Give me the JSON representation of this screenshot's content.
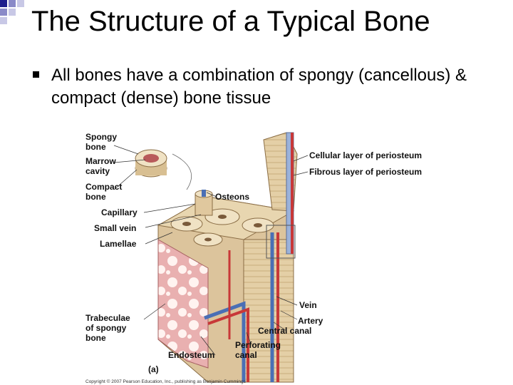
{
  "slide": {
    "title": "The Structure of a Typical Bone",
    "bullet_text": "All bones have a combination of spongy (cancellous) & compact (dense) bone tissue"
  },
  "figure": {
    "labels": {
      "spongy_1": "Spongy",
      "spongy_2": "bone",
      "marrow_1": "Marrow",
      "marrow_2": "cavity",
      "compact_1": "Compact",
      "compact_2": "bone",
      "capillary": "Capillary",
      "small_vein": "Small vein",
      "lamellae": "Lamellae",
      "osteons": "Osteons",
      "cellular_layer": "Cellular layer of periosteum",
      "fibrous_layer": "Fibrous layer of periosteum",
      "trabeculae_1": "Trabeculae",
      "trabeculae_2": "of spongy",
      "trabeculae_3": "bone",
      "vein": "Vein",
      "artery": "Artery",
      "central_canal": "Central canal",
      "perforating_1": "Perforating",
      "perforating_2": "canal",
      "endosteum": "Endosteum",
      "panel": "(a)"
    },
    "copyright": "Copyright © 2007 Pearson Education, Inc., publishing as Benjamin Cummings"
  },
  "colors": {
    "corner_blue": "#1e1e8c",
    "bone_tan": "#d9c29a",
    "spongy_pink": "#d98d8d",
    "artery_red": "#c83838",
    "vein_blue": "#4a6fb5"
  }
}
